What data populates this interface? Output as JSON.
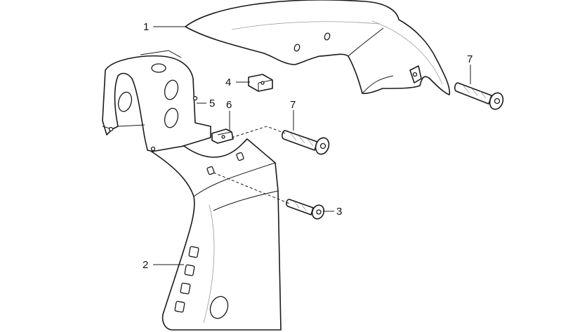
{
  "callouts": [
    {
      "id": "1",
      "label": "1"
    },
    {
      "id": "2",
      "label": "2"
    },
    {
      "id": "3",
      "label": "3"
    },
    {
      "id": "4",
      "label": "4"
    },
    {
      "id": "5",
      "label": "5"
    },
    {
      "id": "6",
      "label": "6"
    },
    {
      "id": "7a",
      "label": "7"
    },
    {
      "id": "7b",
      "label": "7"
    }
  ],
  "colors": {
    "line": "#1a1a1a",
    "shade": "#9a9a9a",
    "background": "#ffffff"
  }
}
